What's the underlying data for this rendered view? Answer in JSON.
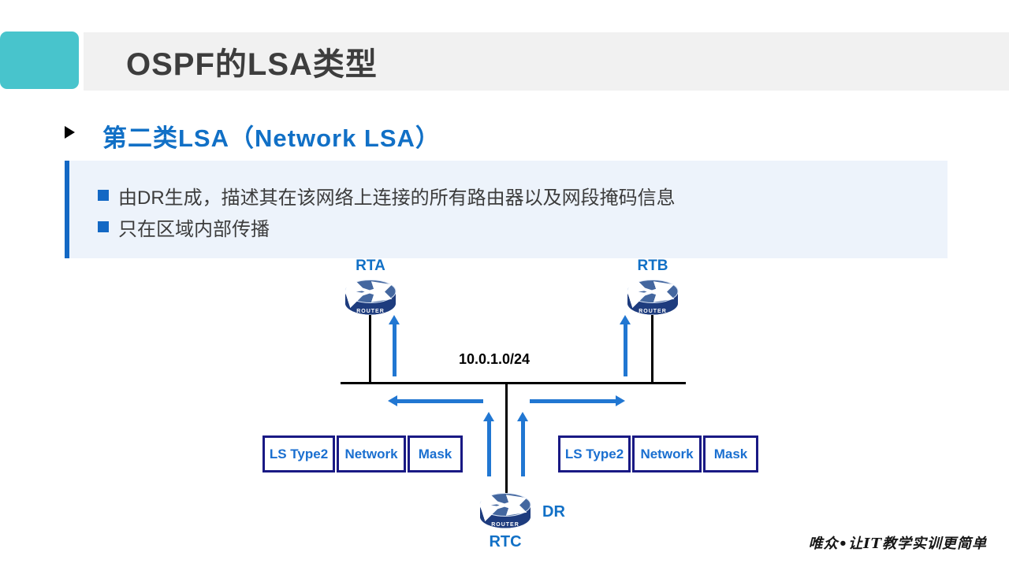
{
  "slide": {
    "title": "OSPF的LSA类型",
    "heading": "第二类LSA（Network LSA）",
    "bullets": [
      "由DR生成，描述其在该网络上连接的所有路由器以及网段掩码信息",
      "只在区域内部传播"
    ],
    "watermark": "唯众•让IT教学实训更简单"
  },
  "diagram": {
    "network_label": "10.0.1.0/24",
    "router_icon_text": "ROUTER",
    "routers": [
      {
        "id": "rta",
        "label": "RTA"
      },
      {
        "id": "rtb",
        "label": "RTB"
      },
      {
        "id": "rtc",
        "label": "RTC",
        "role": "DR"
      }
    ],
    "dr_label": "DR",
    "lsa_boxes": [
      {
        "cells": [
          "LS Type2",
          "Network",
          "Mask"
        ]
      },
      {
        "cells": [
          "LS Type2",
          "Network",
          "Mask"
        ]
      }
    ]
  },
  "colors": {
    "accent_teal": "#48C4CC",
    "header_gray": "#F1F1F1",
    "heading_blue": "#1170C6",
    "panel_bg": "#EDF3FB",
    "panel_bar": "#1368C4",
    "arrow_blue": "#2177D2",
    "navy": "#191984",
    "box_text": "#1A6FD0",
    "label_blue": "#1170C6",
    "text_dark": "#3C3C3C",
    "router_top": "#44679F",
    "router_side": "#1E3C7E"
  }
}
